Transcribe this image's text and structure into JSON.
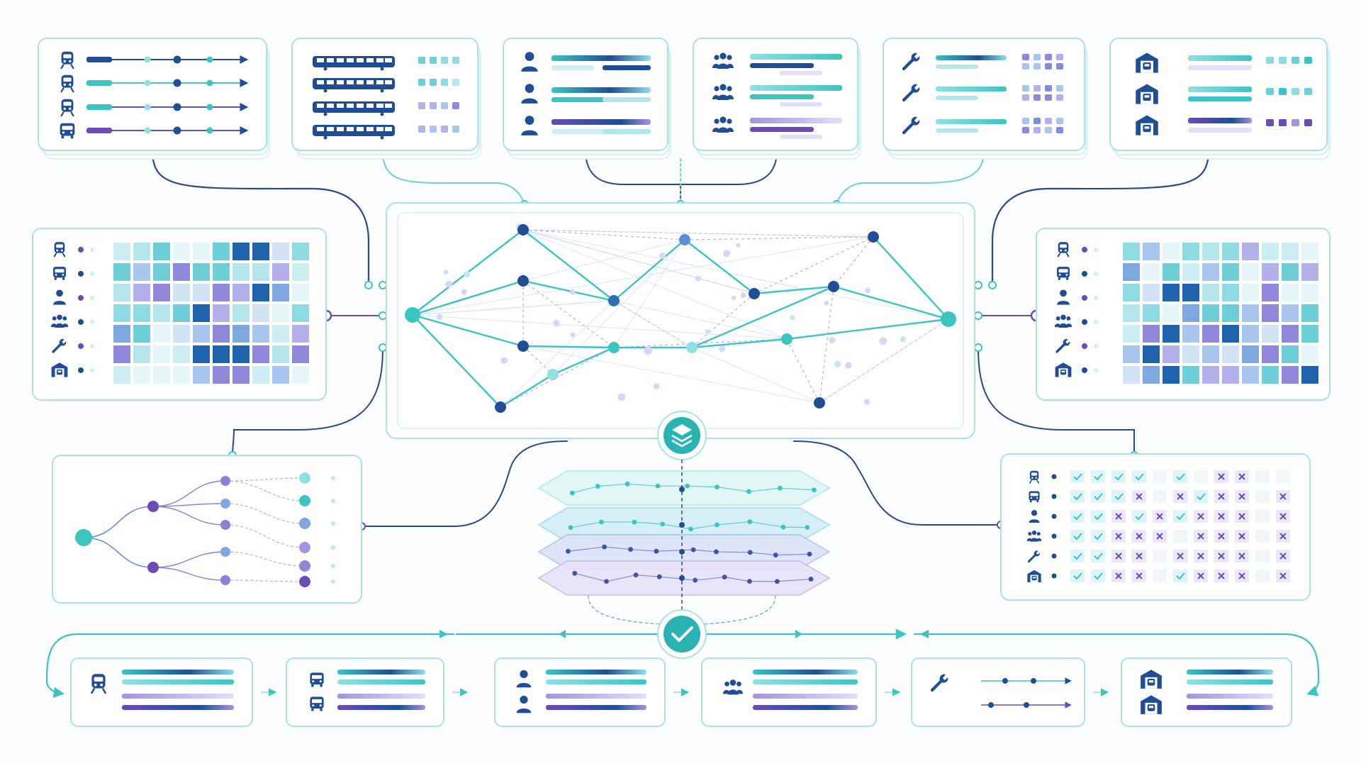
{
  "palette": {
    "navy": "#1f4e96",
    "teal": "#3cc4c2",
    "light_teal": "#8fe0e2",
    "purple": "#6a4bb8",
    "lavender": "#a493dc",
    "panel_border": "#a9e3e5",
    "line": "#6fcfd1",
    "line_dark": "#274a8c",
    "background": "#fbfdfe"
  },
  "icons": {
    "train_rows": [
      "train-front-icon",
      "train-front-icon",
      "train-front-icon",
      "bus-icon"
    ],
    "railcar_rows": [
      "railcar-icon",
      "railcar-icon",
      "railcar-icon",
      "railcar-icon"
    ],
    "person_rows": [
      "person-icon",
      "person-icon",
      "person-icon"
    ],
    "team_rows": [
      "team-icon",
      "team-icon",
      "team-icon"
    ],
    "wrench_rows": [
      "wrench-icon",
      "wrench-icon",
      "wrench-icon"
    ],
    "depot_rows": [
      "depot-icon",
      "depot-icon",
      "depot-icon"
    ],
    "matrix_rows": [
      "train-front-icon",
      "bus-icon",
      "person-icon",
      "team-icon",
      "wrench-icon",
      "depot-icon"
    ],
    "center_layers": "layers-icon",
    "center_check": "check-icon",
    "cell_pass": "check-icon",
    "cell_fail": "cross-icon"
  },
  "flow": {
    "pipeline_direction": "left-to-right",
    "steps": [
      "train-front-icon",
      "bus-icon",
      "person-icon",
      "team-icon",
      "wrench-icon",
      "depot-icon"
    ]
  },
  "checks": {
    "grid": [
      "ppppnpnxxnn",
      "pppxnxpxxnx",
      "ppxpxpxxxnx",
      "ppxxxnxxxnx",
      "ppxxnxxxxnx",
      "ppxxnpxxxnx"
    ]
  }
}
